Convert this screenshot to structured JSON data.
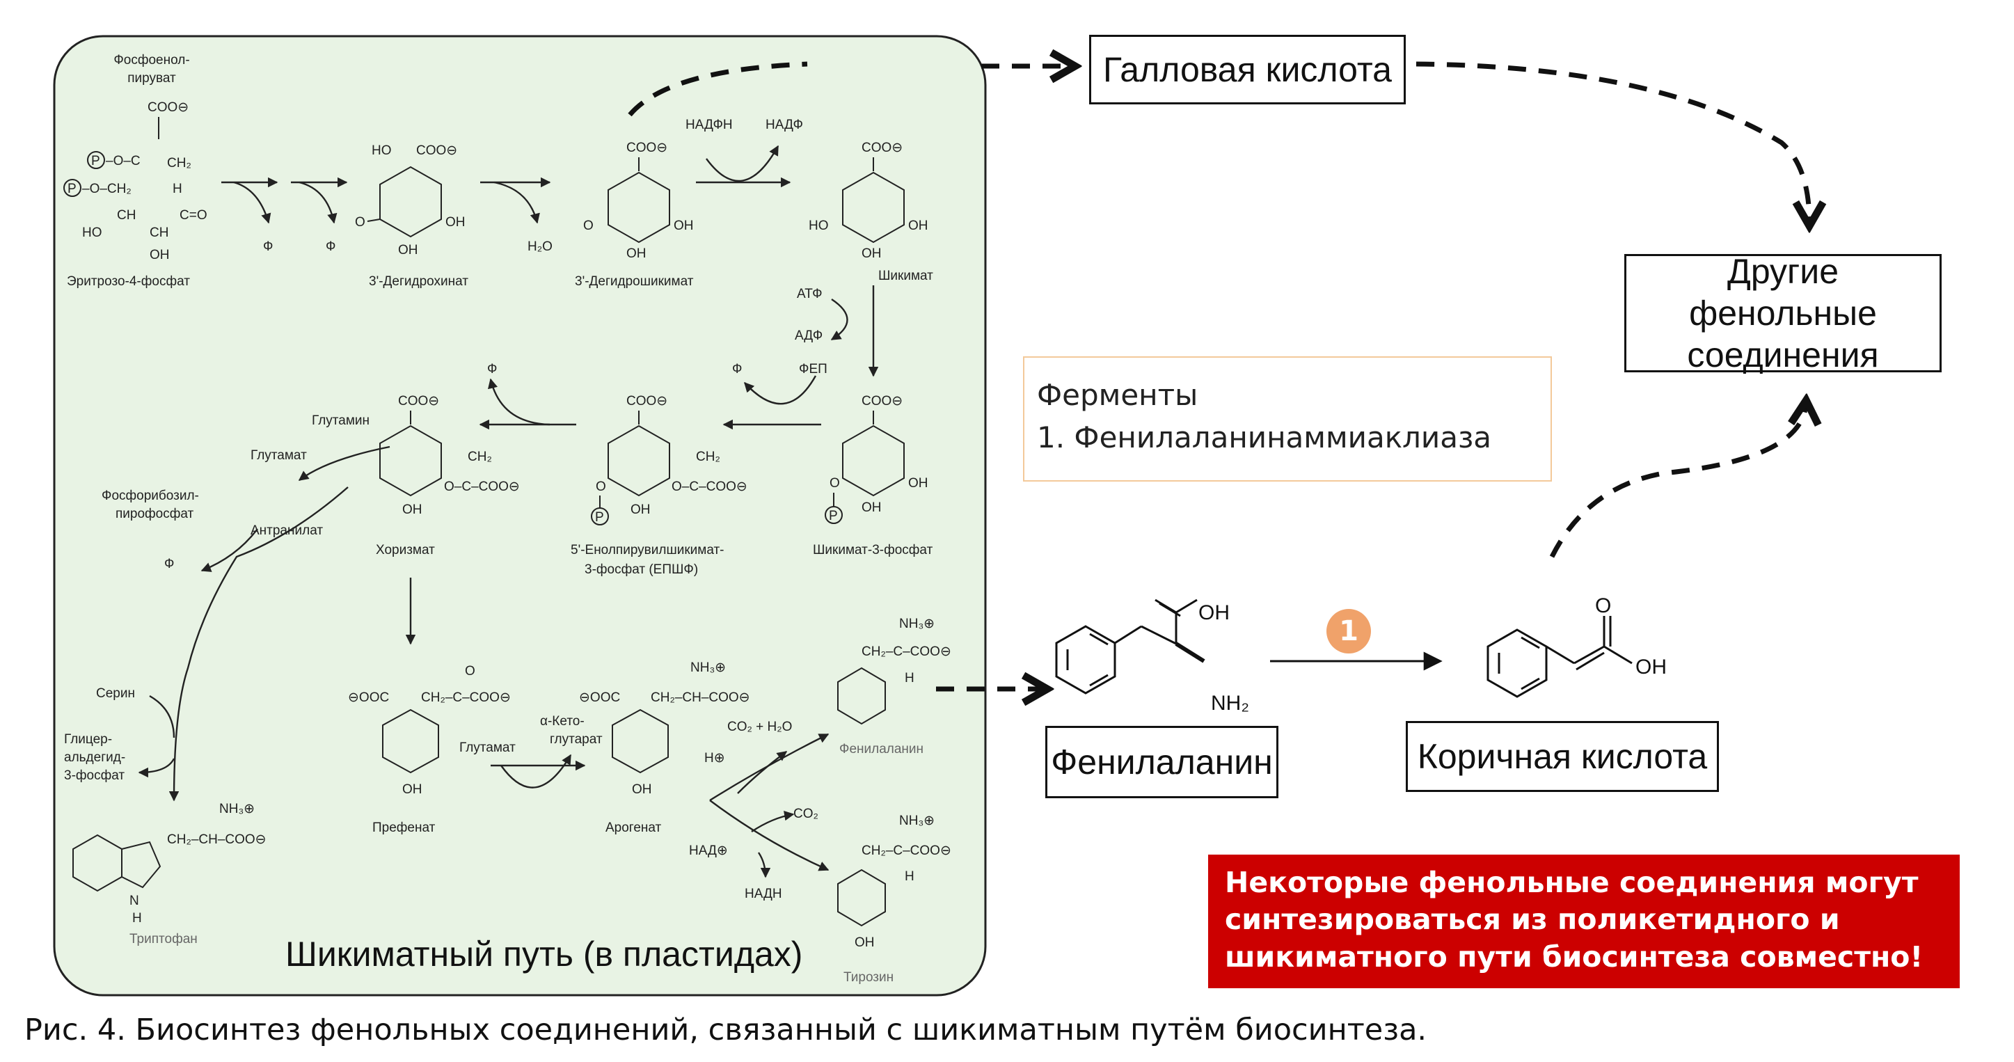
{
  "panel_title": "Шикиматный путь (в пластидах)",
  "boxes": {
    "gallic": "Галловая кислота",
    "other": "Другие фенольные соединения",
    "phe": "Фенилаланин",
    "cinnamic": "Коричная кислота"
  },
  "enzymes": {
    "header": "Ферменты",
    "item1": "1. Фенилаланинаммиаклиаза"
  },
  "note": "Некоторые фенольные соединения могут синтезироваться из поликетидного и шикиматного пути биосинтеза совместно!",
  "badge": "1",
  "caption": "Рис. 4. Биосинтез фенольных соединений, связанный с шикиматным путём биосинтеза.",
  "pathway": {
    "pep1": "Фосфоенол-",
    "pep2": "пируват",
    "e4p": "Эритрозо-4-фосфат",
    "dhq": "3'-Дегидрохинат",
    "dhs": "3'-Дегидрошикимат",
    "shikimate": "Шикимат",
    "s3p": "Шикимат-3-фосфат",
    "epsp1": "5'-Енолпирувилшикимат-",
    "epsp2": "3-фосфат (ЕПШФ)",
    "chorismate": "Хоризмат",
    "prephenate": "Префенат",
    "arogenate": "Арогенат",
    "phenylalanine": "Фенилаланин",
    "tyrosine": "Тирозин",
    "tryptophan": "Триптофан",
    "nadph": "НАДФН",
    "nadp": "НАДФ",
    "atp": "АТФ",
    "adp": "АДФ",
    "pep_short": "ФЕП",
    "pi": "Ф",
    "h2o": "H₂O",
    "glutamine": "Глутамин",
    "glutamate": "Глутамат",
    "anthranilate": "Антранилат",
    "prpp1": "Фосфорибозил-",
    "prpp2": "пирофосфат",
    "serine": "Серин",
    "g3p1": "Глицер-",
    "g3p2": "альдегид-",
    "g3p3": "3-фосфат",
    "akg1": "α-Кето-",
    "akg2": "глутарат",
    "co2h2o": "CO₂ + H₂O",
    "co2": "CO₂",
    "hplus": "H⊕",
    "nad": "НАД⊕",
    "nadh": "НАДН"
  },
  "icons": [
    "arrow-icon",
    "dashed-arrow-icon",
    "benzene-ring-icon"
  ],
  "colors": {
    "panel_bg": "#e8f3e4",
    "note_bg": "#cc0000",
    "badge": "#f0a26a",
    "enzyme_border": "#f3c99a"
  }
}
